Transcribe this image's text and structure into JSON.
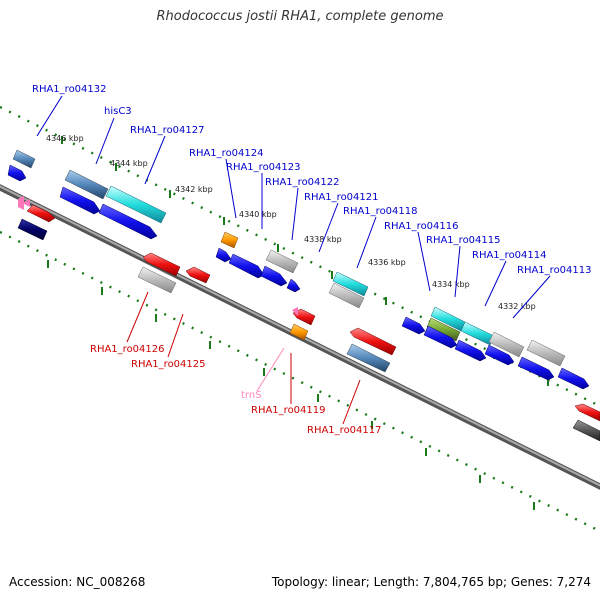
{
  "header": {
    "title": "Rhodococcus jostii RHA1, complete genome"
  },
  "footer": {
    "accession": "Accession: NC_008268",
    "topology": "Topology: linear; Length: 7,804,765 bp; Genes: 7,274"
  },
  "colors": {
    "forward_label": "#0000cc",
    "reverse_label": "#cc0000",
    "trna_label": "#ff88bb",
    "backbone": "#888888",
    "tick": "#1a7a1a",
    "gene_blue": "#1111ee",
    "gene_red": "#ee1111",
    "gene_grey": "#bbbbbb",
    "gene_cyan": "#22dddd",
    "gene_steel": "#5588bb",
    "gene_orange": "#ff9900",
    "gene_olive": "#77aa33",
    "gene_navy": "#000066",
    "gene_pink": "#ff77bb"
  },
  "scale_labels": [
    "4346 kbp",
    "4344 kbp",
    "4342 kbp",
    "4340 kbp",
    "4338 kbp",
    "4336 kbp",
    "4334 kbp",
    "4332 kbp"
  ],
  "forward_labels": [
    "RHA1_ro04132",
    "hisC3",
    "RHA1_ro04127",
    "RHA1_ro04124",
    "RHA1_ro04123",
    "RHA1_ro04122",
    "RHA1_ro04121",
    "RHA1_ro04118",
    "RHA1_ro04116",
    "RHA1_ro04115",
    "RHA1_ro04114",
    "RHA1_ro04113"
  ],
  "reverse_labels": [
    "RHA1_ro04126",
    "RHA1_ro04125",
    "trnS",
    "RHA1_ro04119",
    "RHA1_ro04117"
  ]
}
